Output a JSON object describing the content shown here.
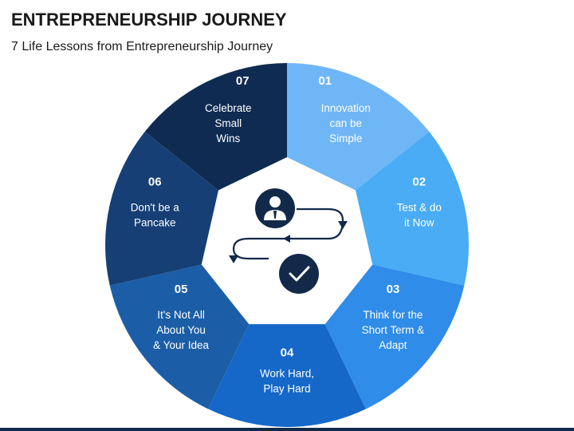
{
  "title": "ENTREPRENEURSHIP JOURNEY",
  "subtitle": "7 Life Lessons from Entrepreneurship Journey",
  "segments": [
    {
      "number": "01",
      "lines": [
        "Innovation",
        "can be",
        "Simple"
      ],
      "color": "#6fb6f6"
    },
    {
      "number": "02",
      "lines": [
        "Test & do",
        "it Now"
      ],
      "color": "#49acf4"
    },
    {
      "number": "03",
      "lines": [
        "Think for the",
        "Short Term &",
        "Adapt"
      ],
      "color": "#2f8ce8"
    },
    {
      "number": "04",
      "lines": [
        "Work Hard,",
        "Play Hard"
      ],
      "color": "#1568c8"
    },
    {
      "number": "05",
      "lines": [
        "It's Not All",
        "About You",
        "& Your Idea"
      ],
      "color": "#1b5ea7"
    },
    {
      "number": "06",
      "lines": [
        "Don't be a",
        "Pancake"
      ],
      "color": "#163f75"
    },
    {
      "number": "07",
      "lines": [
        "Celebrate",
        "Small",
        "Wins"
      ],
      "color": "#0f2b52"
    }
  ],
  "center": {
    "icons": [
      "businessman-icon",
      "cycle-arrows-icon",
      "checkmark-icon"
    ],
    "color": "#12294a"
  }
}
